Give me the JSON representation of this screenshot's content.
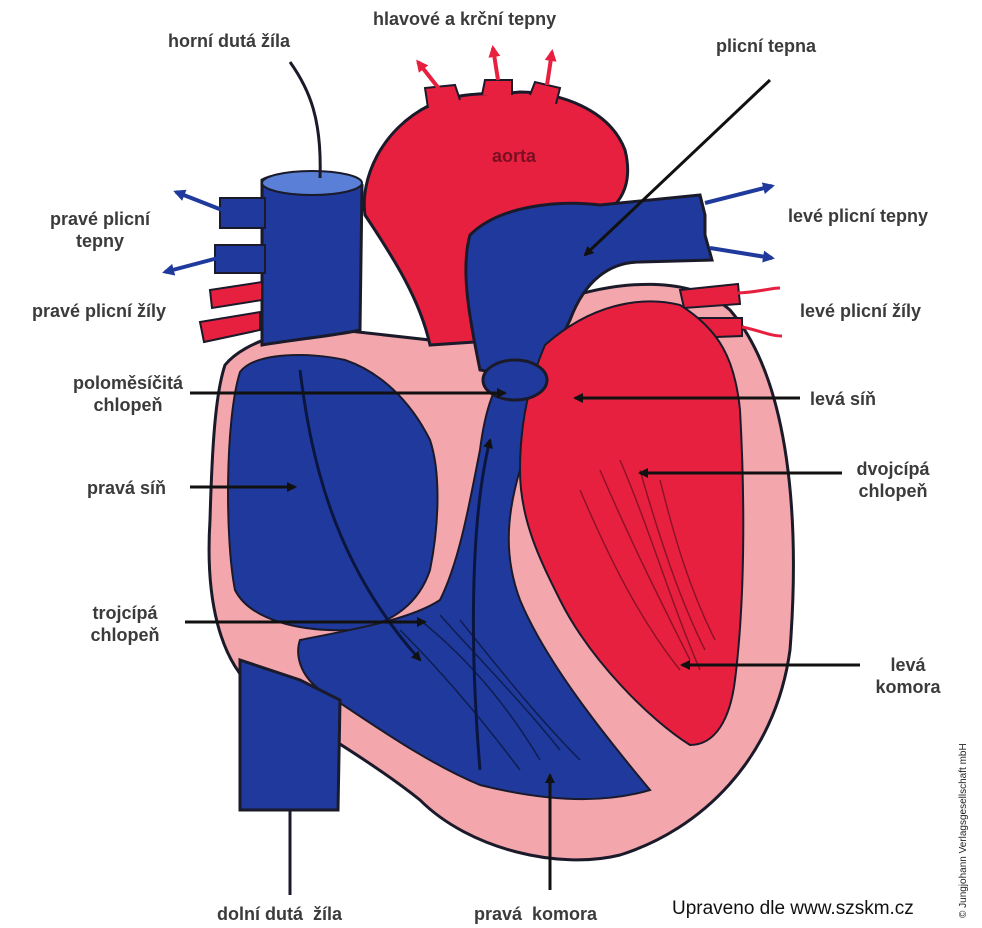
{
  "labels": {
    "head_neck_arteries": "hlavové a krční tepny",
    "superior_vena_cava": "horní dutá žíla",
    "pulmonary_artery": "plicní tepna",
    "aorta": "aorta",
    "right_pulmonary_arteries_1": "pravé plicní",
    "right_pulmonary_arteries_2": "tepny",
    "left_pulmonary_arteries": "levé plicní tepny",
    "right_pulmonary_veins": "pravé plicní žíly",
    "left_pulmonary_veins": "levé plicní žíly",
    "semilunar_valve_1": "poloměsíčitá",
    "semilunar_valve_2": "chlopeň",
    "left_atrium": "levá síň",
    "right_atrium": "pravá síň",
    "bicuspid_valve_1": "dvojcípá",
    "bicuspid_valve_2": "chlopeň",
    "tricuspid_valve_1": "trojcípá",
    "tricuspid_valve_2": "chlopeň",
    "left_ventricle_1": "levá",
    "left_ventricle_2": "komora",
    "inferior_vena_cava": "dolní dutá  žíla",
    "right_ventricle": "pravá  komora"
  },
  "credit": "Upraveno dle www.szskm.cz",
  "copyright": "© Jungjohann Verlagsgesellschaft mbH",
  "colors": {
    "oxygenated_red": "#e8203f",
    "deoxygenated_blue": "#1f3a9c",
    "muscle_pink": "#f4a6ad",
    "outline": "#1a1a2a"
  }
}
